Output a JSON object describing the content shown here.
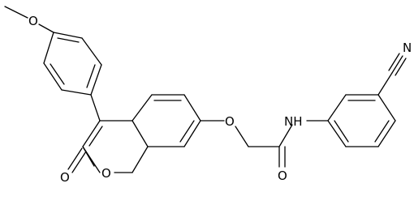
{
  "molecule": {
    "atom_labels": {
      "methoxy_o": "O",
      "ether_o": "O",
      "ring_o": "O",
      "carbonyl_o_lactone": "O",
      "carbonyl_o_amide": "O",
      "amide_n": "NH",
      "nitrile_n": "N"
    }
  }
}
